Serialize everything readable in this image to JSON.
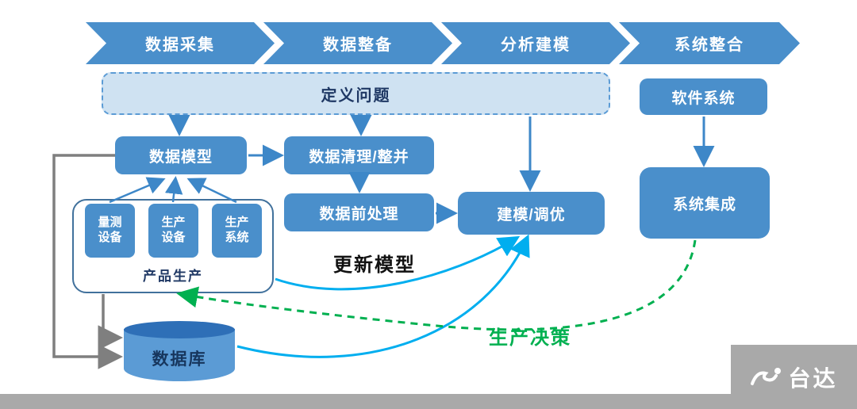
{
  "stages": [
    {
      "label": "数据采集"
    },
    {
      "label": "数据整备"
    },
    {
      "label": "分析建模"
    },
    {
      "label": "系统整合"
    }
  ],
  "nodes": {
    "define_problem": "定义问题",
    "software_system": "软件系统",
    "system_integration": "系统集成",
    "data_model": "数据模型",
    "data_cleaning": "数据清理/整并",
    "data_preprocessing": "数据前处理",
    "modeling_tuning": "建模/调优",
    "measuring_equipment": "量测\n设备",
    "production_equipment": "生产\n设备",
    "production_system": "生产\n系统",
    "product_production": "产品生产",
    "database": "数据库"
  },
  "annotations": {
    "update_model": "更新模型",
    "production_decision": "生产决策"
  },
  "logo": {
    "brand": "台达"
  },
  "colors": {
    "node_blue": "#4a8fcb",
    "dashed_fill": "#cfe2f2",
    "dashed_border": "#5b9bd5",
    "dark_text": "#1f3864",
    "arrow_blue": "#3d87c8",
    "arrow_gray": "#7f7f7f",
    "arrow_cyan": "#00aeef",
    "arrow_green": "#00b050"
  }
}
